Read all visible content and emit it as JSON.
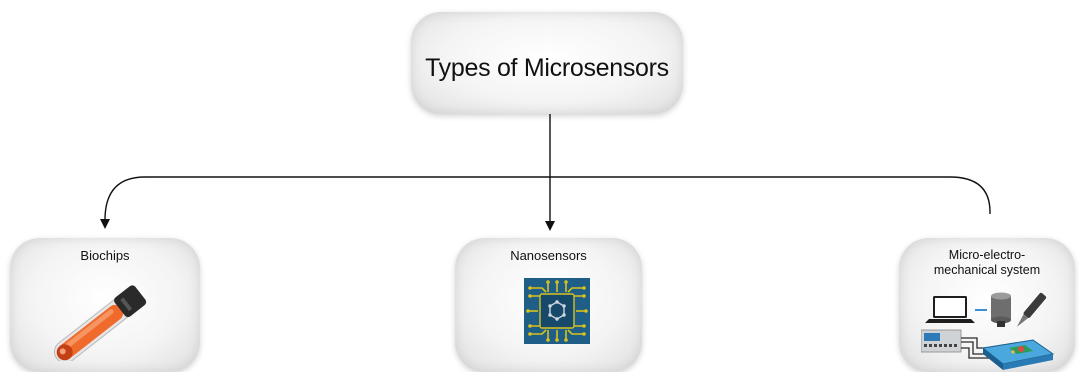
{
  "diagram": {
    "root": {
      "title": "Types of Microsensors"
    },
    "children": [
      {
        "id": "biochips",
        "title": "Biochips",
        "icon": "test-tube-icon"
      },
      {
        "id": "nanosensors",
        "title": "Nanosensors",
        "icon": "microchip-icon"
      },
      {
        "id": "mems",
        "title_line1": "Micro-electro-",
        "title_line2": "mechanical system",
        "icon": "mems-equipment-icon"
      }
    ],
    "colors": {
      "connector": "#111111",
      "box_fill": "#f4f4f4",
      "tube_fill": "#f06a2c",
      "chip_bg": "#1f5e86",
      "chip_traces": "#d9c21e"
    }
  }
}
